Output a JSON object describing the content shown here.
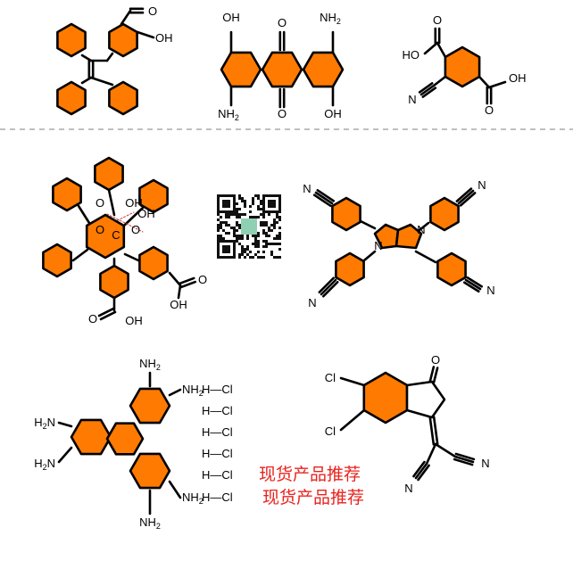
{
  "colors": {
    "ring_fill": "#ff7a00",
    "bond": "#000000",
    "divider": "#aaaaaa",
    "promo": "#e8231e",
    "qr_accent": "#8fd0b3"
  },
  "divider": {
    "style": "dashed"
  },
  "molecules": {
    "m1": {
      "labels": {
        "ald": "O",
        "oh": "OH"
      }
    },
    "m2": {
      "labels": {
        "oh_top": "OH",
        "o_top": "O",
        "nh2_top": "NH2",
        "nh2_bot": "NH2",
        "o_bot": "O",
        "oh_bot": "OH"
      }
    },
    "m3": {
      "labels": {
        "oh_left": "HO",
        "o_left": "O",
        "o_right": "O",
        "oh_right": "OH",
        "n": "N"
      }
    },
    "m4": {
      "labels": {
        "o1": "O",
        "oh1": "OH",
        "oh2": "OH",
        "o2": "O",
        "o3": "O",
        "center": "C",
        "oh3": "OH",
        "o4": "O",
        "oh4": "OH"
      }
    },
    "m5": {
      "labels": {
        "n1": "N",
        "n2": "N",
        "cn1": "N",
        "cn2": "N",
        "cn3": "N",
        "cn4": "N"
      }
    },
    "m6": {
      "labels": {
        "nh2_1": "NH2",
        "nh2_2": "NH2",
        "h2n_3": "H2N",
        "h2n_4": "H2N",
        "nh2_5": "NH2",
        "nh2_6": "NH2",
        "hcl": [
          "H—Cl",
          "H—Cl",
          "H—Cl",
          "H—Cl",
          "H—Cl",
          "H—Cl"
        ]
      }
    },
    "m7": {
      "labels": {
        "o": "O",
        "cl1": "Cl",
        "cl2": "Cl",
        "cn1": "N",
        "cn2": "N"
      }
    }
  },
  "qr_code": {
    "icon": "qr-code"
  },
  "promo": {
    "line1": "现货产品推荐",
    "line2": "现货产品推荐"
  }
}
